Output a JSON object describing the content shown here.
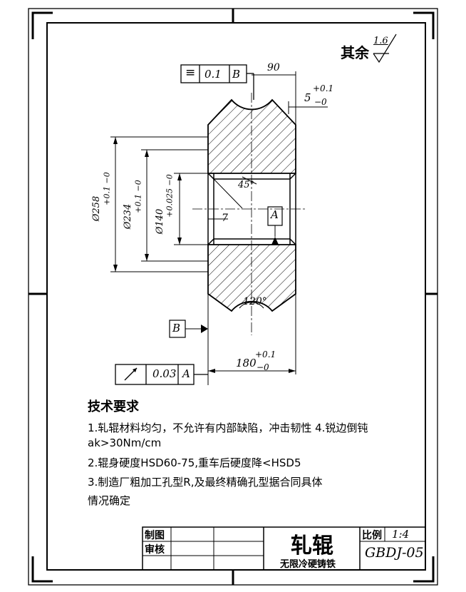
{
  "roughness": {
    "label": "其余",
    "value": "1.6"
  },
  "datum_b_frame": {
    "symbol": "≡",
    "tolerance": "0.1",
    "datum": "B"
  },
  "runout_frame": {
    "symbol": "↗",
    "tolerance": "0.03",
    "datum": "A"
  },
  "dims": {
    "top_width": "90",
    "groove_depth": "5",
    "groove_tol_upper": "+0.1",
    "groove_tol_lower": "−0",
    "chamfer_angle": "45°",
    "bore_depth": "7",
    "groove_angle": "120°",
    "total_width": "180",
    "total_tol_upper": "+0.1",
    "total_tol_lower": "−0",
    "od_258": "Ø258",
    "od_258_tol": "+0.1 −0",
    "d_234": "Ø234",
    "d_234_tol": "+0.1 −0",
    "bore_140": "Ø140",
    "bore_140_tol": "+0.025 −0"
  },
  "datum_labels": {
    "a": "A",
    "b": "B"
  },
  "notes": {
    "heading": "技术要求",
    "line1": "1.轧辊材料均匀，不允许有内部缺陷，冲击韧性    4.锐边倒钝",
    "line1b": "ak>30Nm/cm",
    "line2": "2.辊身硬度HSD60-75,重车后硬度降<HSD5",
    "line3": "3.制造厂粗加工孔型R,及最终精确孔型据合同具体",
    "line3b": "情况确定"
  },
  "title_block": {
    "drawn": "制图",
    "checked": "审核",
    "part_name": "轧辊",
    "material": "无限冷硬铸铁",
    "scale_label": "比例",
    "scale_value": "1:4",
    "drawing_no": "GBDJ-05"
  }
}
